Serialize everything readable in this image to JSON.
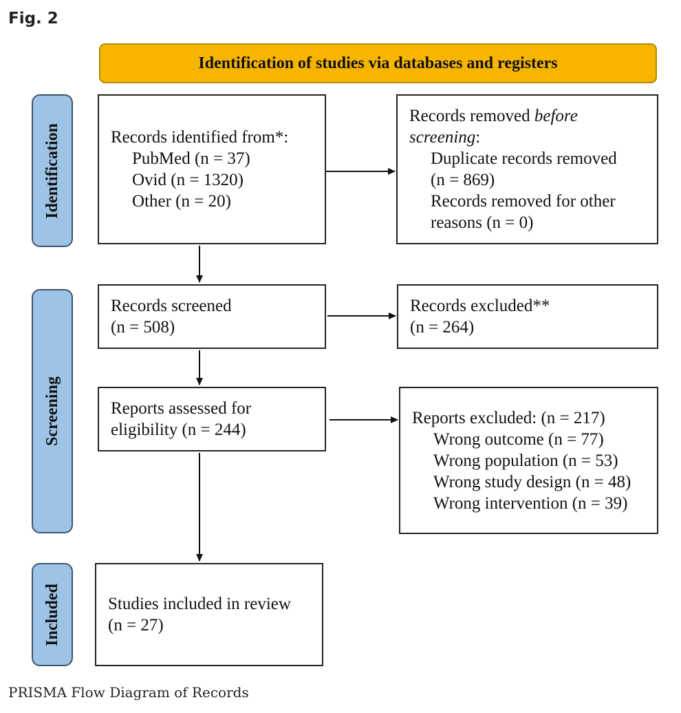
{
  "figure_label": "Fig. 2",
  "caption": "PRISMA Flow Diagram of Records",
  "banner": "Identification of studies via databases and registers",
  "stages": {
    "identification": "Identification",
    "screening": "Screening",
    "included": "Included"
  },
  "records_identified": {
    "heading": "Records identified from*:",
    "items": [
      "PubMed (n = 37)",
      "Ovid (n = 1320)",
      "Other (n = 20)"
    ]
  },
  "records_removed": {
    "heading_prefix": "Records removed ",
    "heading_italic": "before",
    "heading_line2_italic": "screening",
    "heading_line2_suffix": ":",
    "lines": [
      "Duplicate records removed",
      "(n = 869)",
      "Records removed for other",
      "reasons (n = 0)"
    ]
  },
  "records_screened": {
    "lines": [
      "Records screened",
      "(n = 508)"
    ]
  },
  "records_excluded": {
    "lines": [
      "Records excluded**",
      "(n = 264)"
    ]
  },
  "reports_assessed": {
    "lines": [
      "Reports assessed for",
      "eligibility (n = 244)"
    ]
  },
  "reports_excluded": {
    "heading": "Reports excluded: (n = 217)",
    "items": [
      "Wrong outcome (n = 77)",
      "Wrong population (n = 53)",
      "Wrong study design (n = 48)",
      "Wrong intervention (n = 39)"
    ]
  },
  "studies_included": {
    "lines": [
      "Studies included in review",
      "(n = 27)"
    ]
  }
}
